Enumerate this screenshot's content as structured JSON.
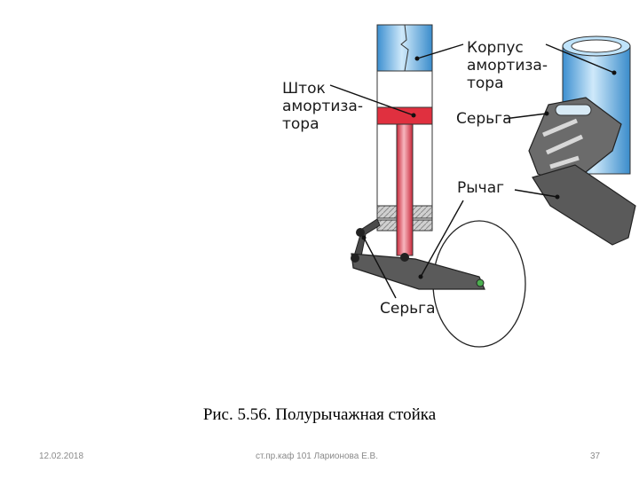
{
  "labels": {
    "shock_body": "Корпус\nамортиза-\nтора",
    "shock_rod": "Шток\nамортиза-\nтора",
    "link_upper": "Серьга",
    "lever": "Рычаг",
    "link_lower": "Серьга"
  },
  "caption": "Рис. 5.56. Полурычажная стойка",
  "footer": {
    "date": "12.02.2018",
    "author": "ст.пр.каф 101 Ларионова Е.В.",
    "page": "37"
  }
}
